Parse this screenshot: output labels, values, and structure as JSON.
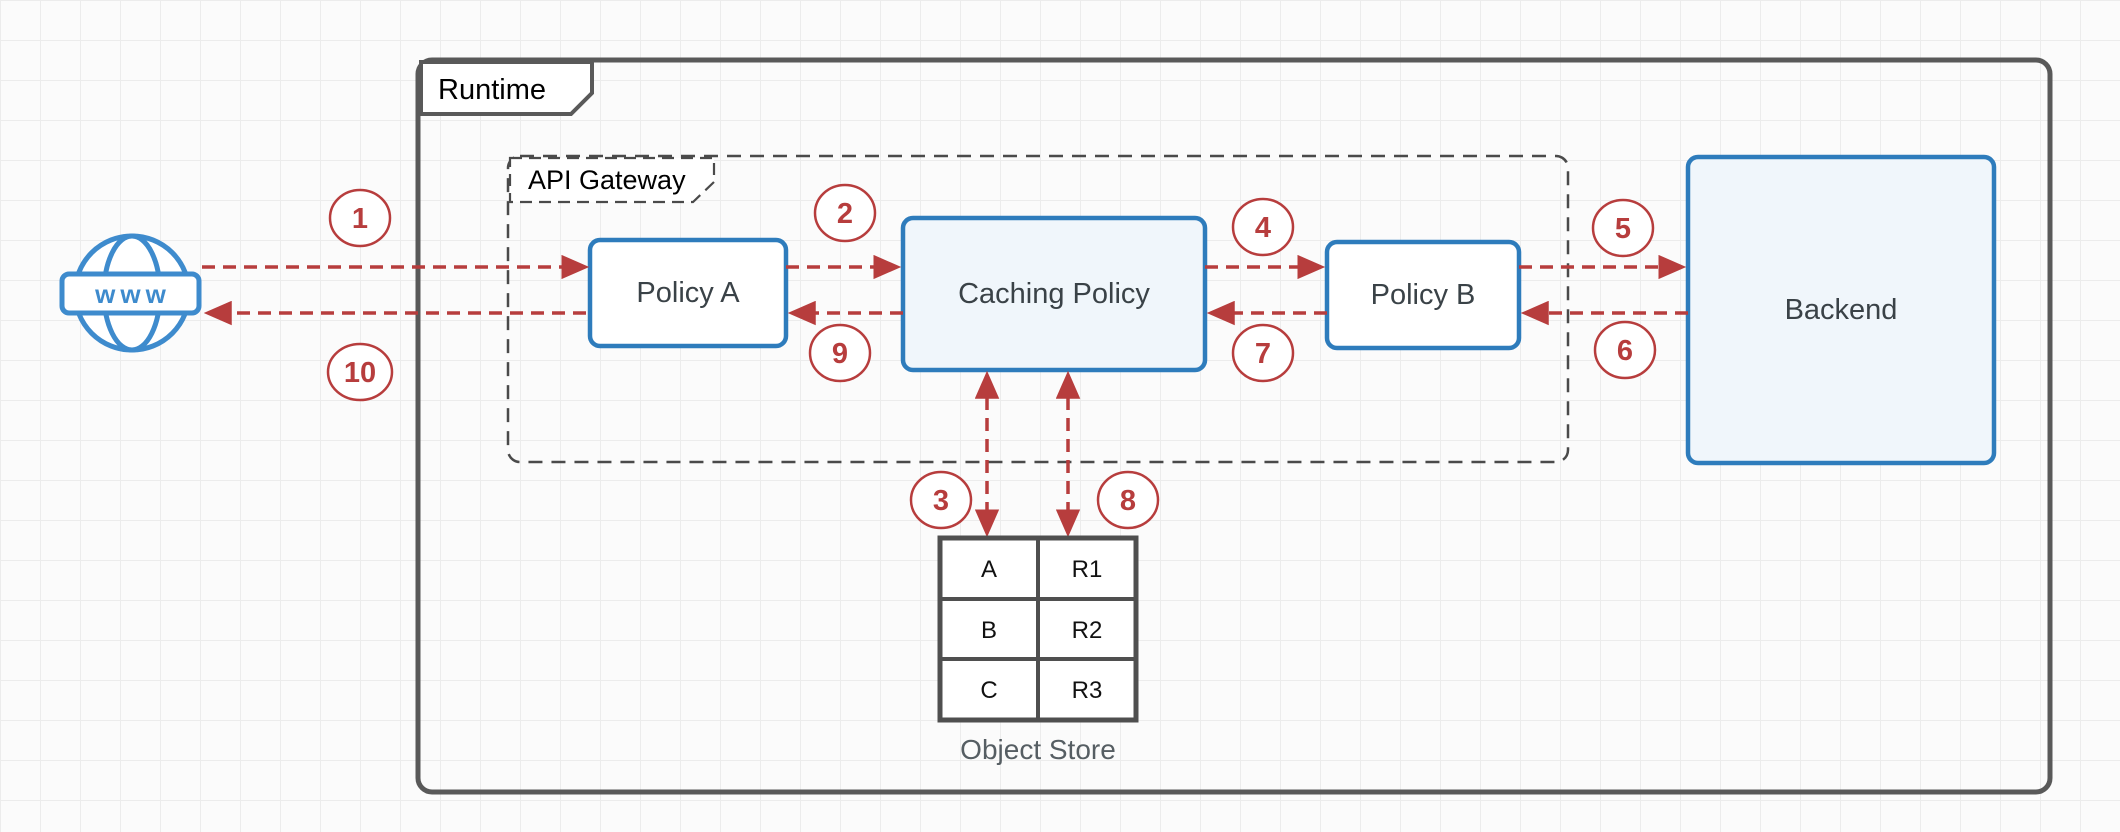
{
  "colors": {
    "accent_red": "#b73d3d",
    "node_border_blue": "#2e7cbc",
    "globe_blue": "#3e8bcd",
    "container_gray": "#595959",
    "node_fill_light_blue": "#f0f6fb",
    "node_label_gray": "#3a4247",
    "caption_gray": "#565e63",
    "grid_line": "#ececec"
  },
  "containers": {
    "runtime": {
      "label": "Runtime"
    },
    "api_gateway": {
      "label": "API Gateway"
    }
  },
  "nodes": {
    "www": {
      "label": "www"
    },
    "policy_a": {
      "label": "Policy A"
    },
    "caching_policy": {
      "label": "Caching Policy"
    },
    "policy_b": {
      "label": "Policy B"
    },
    "backend": {
      "label": "Backend"
    }
  },
  "object_store": {
    "label": "Object Store",
    "rows": [
      [
        "A",
        "R1"
      ],
      [
        "B",
        "R2"
      ],
      [
        "C",
        "R3"
      ]
    ]
  },
  "steps": [
    "1",
    "2",
    "3",
    "4",
    "5",
    "6",
    "7",
    "8",
    "9",
    "10"
  ]
}
